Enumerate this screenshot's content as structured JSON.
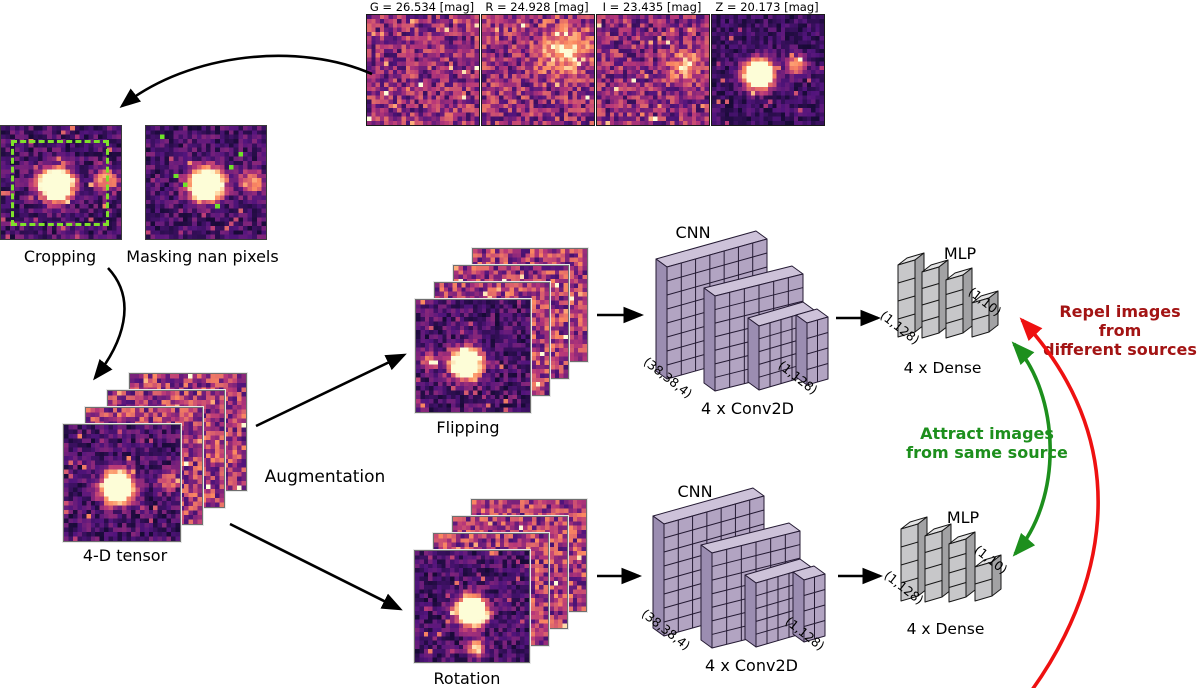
{
  "bands": [
    {
      "label": "G = 26.534 [mag]"
    },
    {
      "label": "R = 24.928 [mag]"
    },
    {
      "label": "I = 23.435 [mag]"
    },
    {
      "label": "Z = 20.173 [mag]"
    }
  ],
  "steps": {
    "cropping": "Cropping",
    "masking": "Masking nan pixels",
    "tensor": "4-D tensor",
    "augmentation": "Augmentation",
    "flipping": "Flipping",
    "rotation": "Rotation"
  },
  "cnn": {
    "title": "CNN",
    "input_shape": "(38,38,4)",
    "output_shape": "(1,128)",
    "layers_label": "4 x Conv2D"
  },
  "mlp": {
    "title": "MLP",
    "input_shape": "(1,128)",
    "output_shape": "(1,10)",
    "layers_label": "4 x Dense"
  },
  "contrastive": {
    "attract_line1": "Attract images",
    "attract_line2": "from same source",
    "repel_line1": "Repel images from",
    "repel_line2": "different sources",
    "attract_color": "#1d8f1d",
    "repel_arrow_color": "#ee1111",
    "repel_text_color": "#a31414"
  },
  "colors": {
    "arrow_black": "#000000",
    "cnn_block_fill": "#b2a4c2",
    "mlp_block_fill": "#c6c6c8",
    "crop_box_green": "#7fe12b"
  }
}
